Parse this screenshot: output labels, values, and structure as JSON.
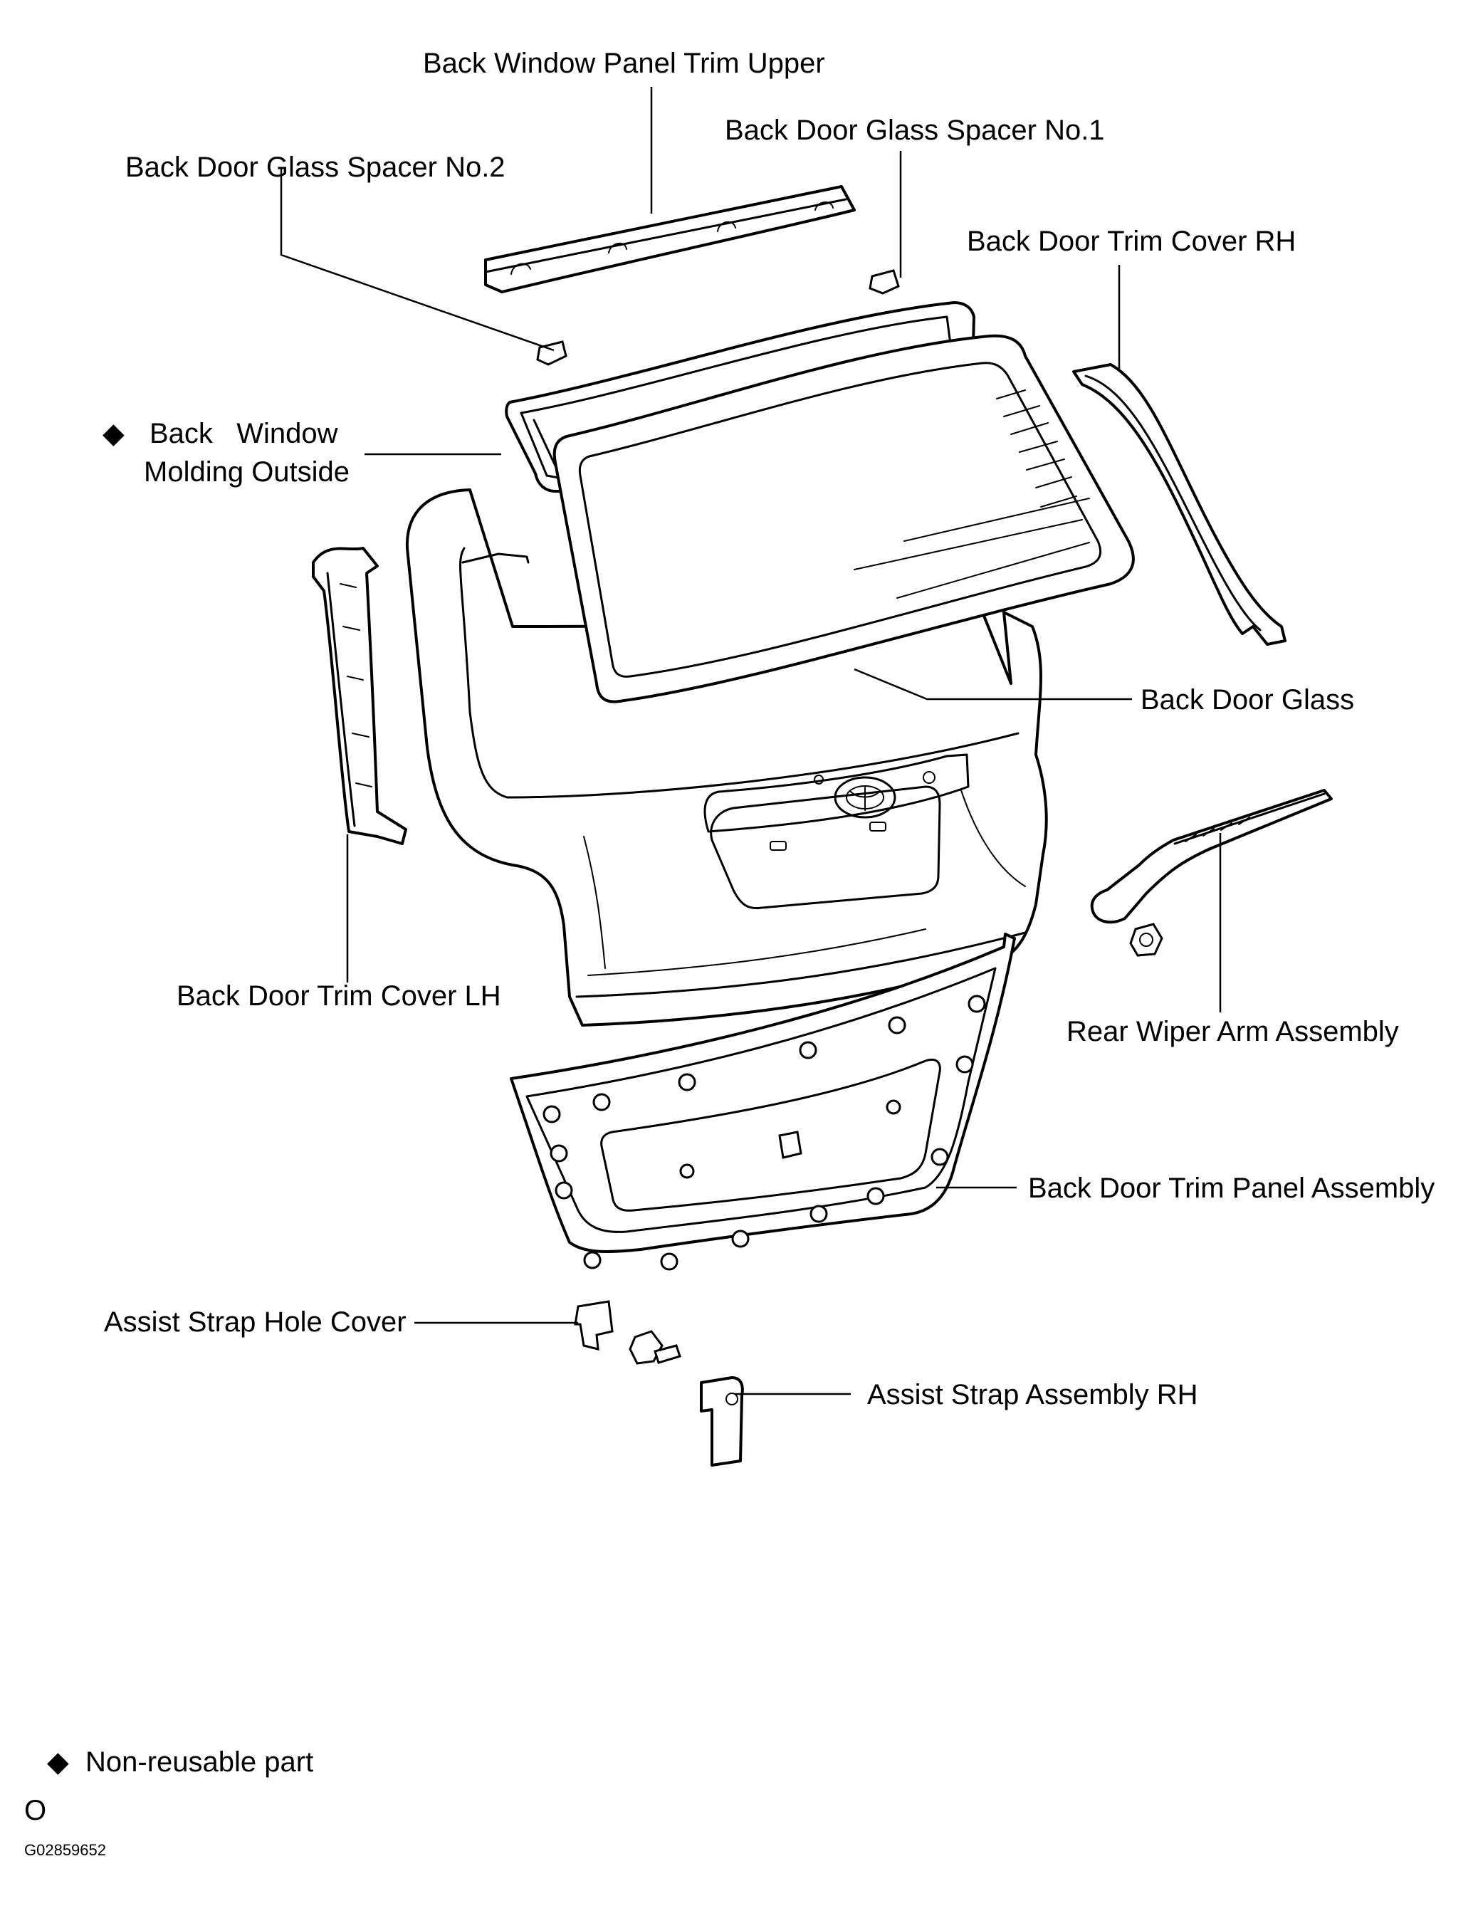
{
  "labels": {
    "back_window_panel_trim_upper": "Back Window Panel Trim Upper",
    "back_door_glass_spacer_no1": "Back Door Glass Spacer No.1",
    "back_door_glass_spacer_no2": "Back Door Glass Spacer No.2",
    "back_door_trim_cover_rh": "Back Door Trim Cover RH",
    "back_window_molding_line1": "Back   Window",
    "back_window_molding_line2": "Molding Outside",
    "back_door_glass": "Back Door Glass",
    "back_door_trim_cover_lh": "Back Door Trim Cover LH",
    "rear_wiper_arm_assembly": "Rear Wiper Arm Assembly",
    "back_door_trim_panel_assembly": "Back Door Trim Panel Assembly",
    "assist_strap_hole_cover": "Assist Strap Hole Cover",
    "assist_strap_assembly_rh": "Assist Strap Assembly RH"
  },
  "legend": {
    "symbol": "◆",
    "text": "Non-reusable part"
  },
  "footer": {
    "mark": "O",
    "figure_code": "G02859652"
  },
  "icons": {
    "non_reusable_marker": "black-diamond"
  }
}
